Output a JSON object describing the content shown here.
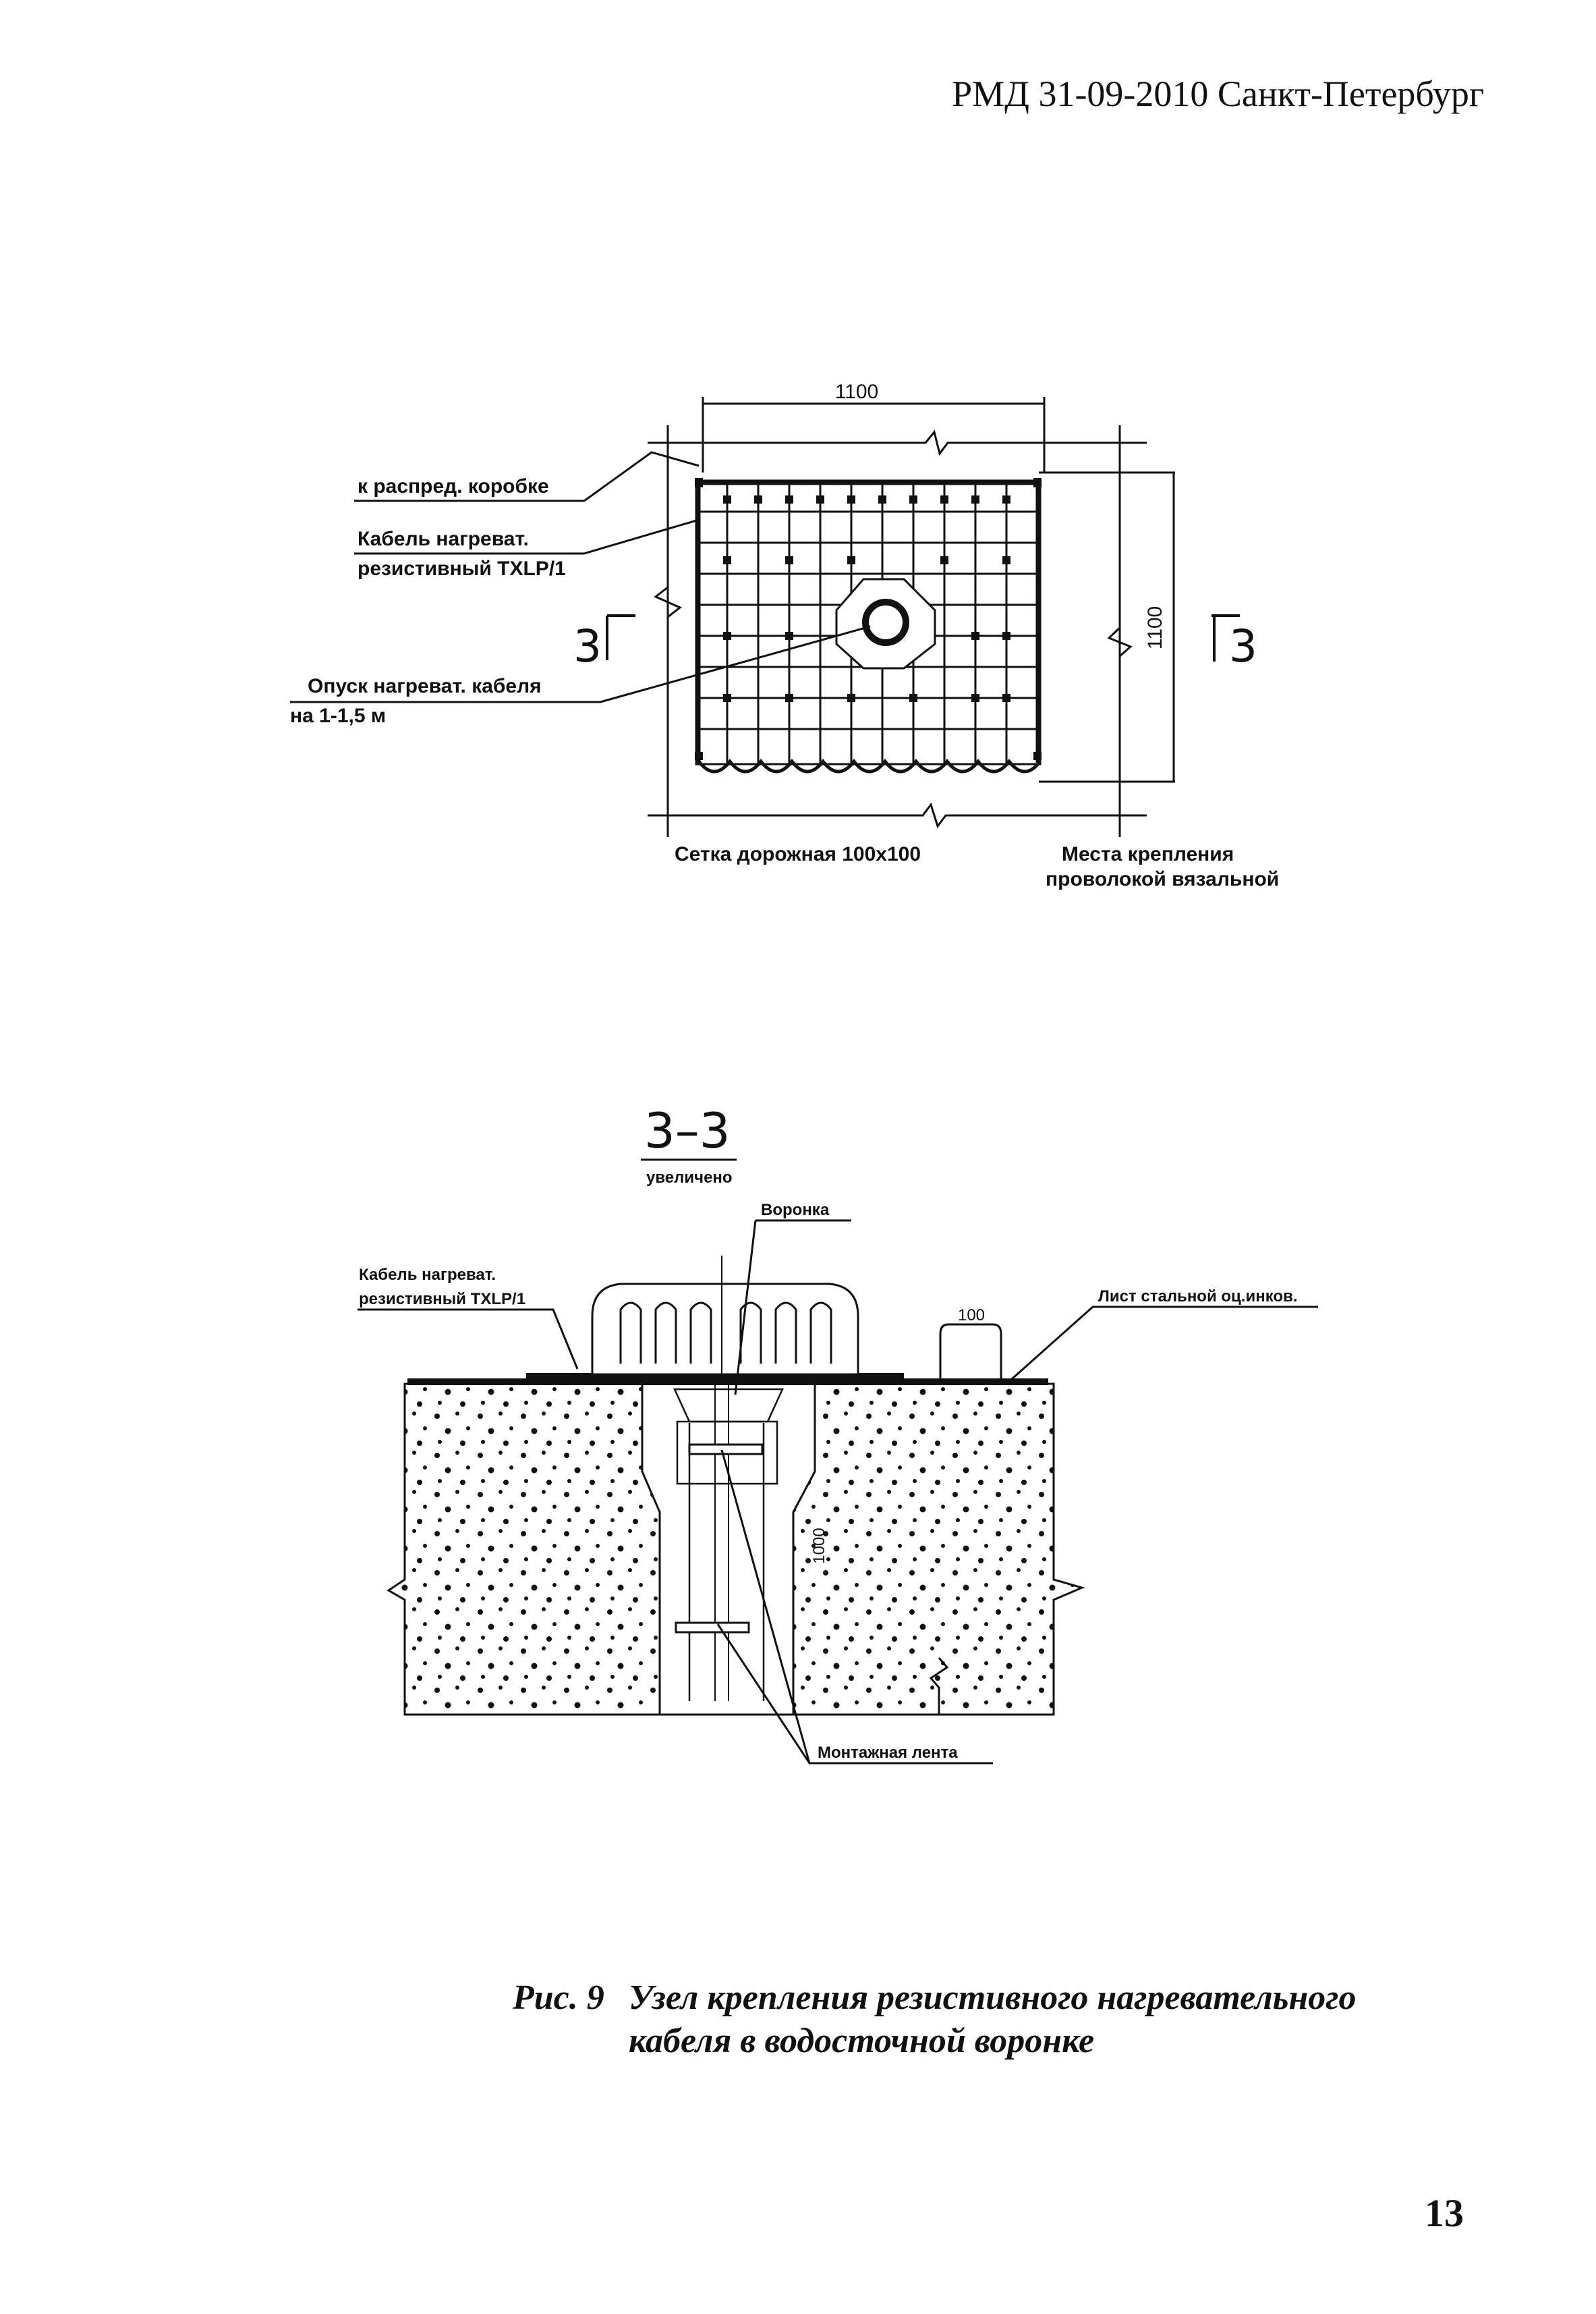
{
  "header": {
    "text": "РМД 31-09-2010 Санкт-Петербург"
  },
  "plan": {
    "dim_width": "1100",
    "dim_height": "1100",
    "labels": {
      "to_box": "к распред. коробке",
      "cable_line1": "Кабель нагреват.",
      "cable_line2": "резистивный TXLP/1",
      "drop_line1": "Опуск нагреват. кабеля",
      "drop_line2": "на 1-1,5 м",
      "mesh": "Сетка дорожная 100х100",
      "fix_line1": "Места крепления",
      "fix_line2": "проволокой вязальной"
    },
    "section_left": "3",
    "section_right": "3"
  },
  "section": {
    "title": "3–3",
    "subtitle": "увеличено",
    "labels": {
      "funnel": "Воронка",
      "cable_line1": "Кабель нагреват.",
      "cable_line2": "резистивный TXLP/1",
      "sheet": "Лист стальной оц.инков.",
      "tape": "Монтажная лента"
    },
    "dim_100": "100",
    "dim_1000": "1000"
  },
  "caption": {
    "number": "Рис. 9",
    "line1": "Узел крепления резистивного нагревательного",
    "line2": "кабеля в водосточной воронке"
  },
  "page_number": "13"
}
